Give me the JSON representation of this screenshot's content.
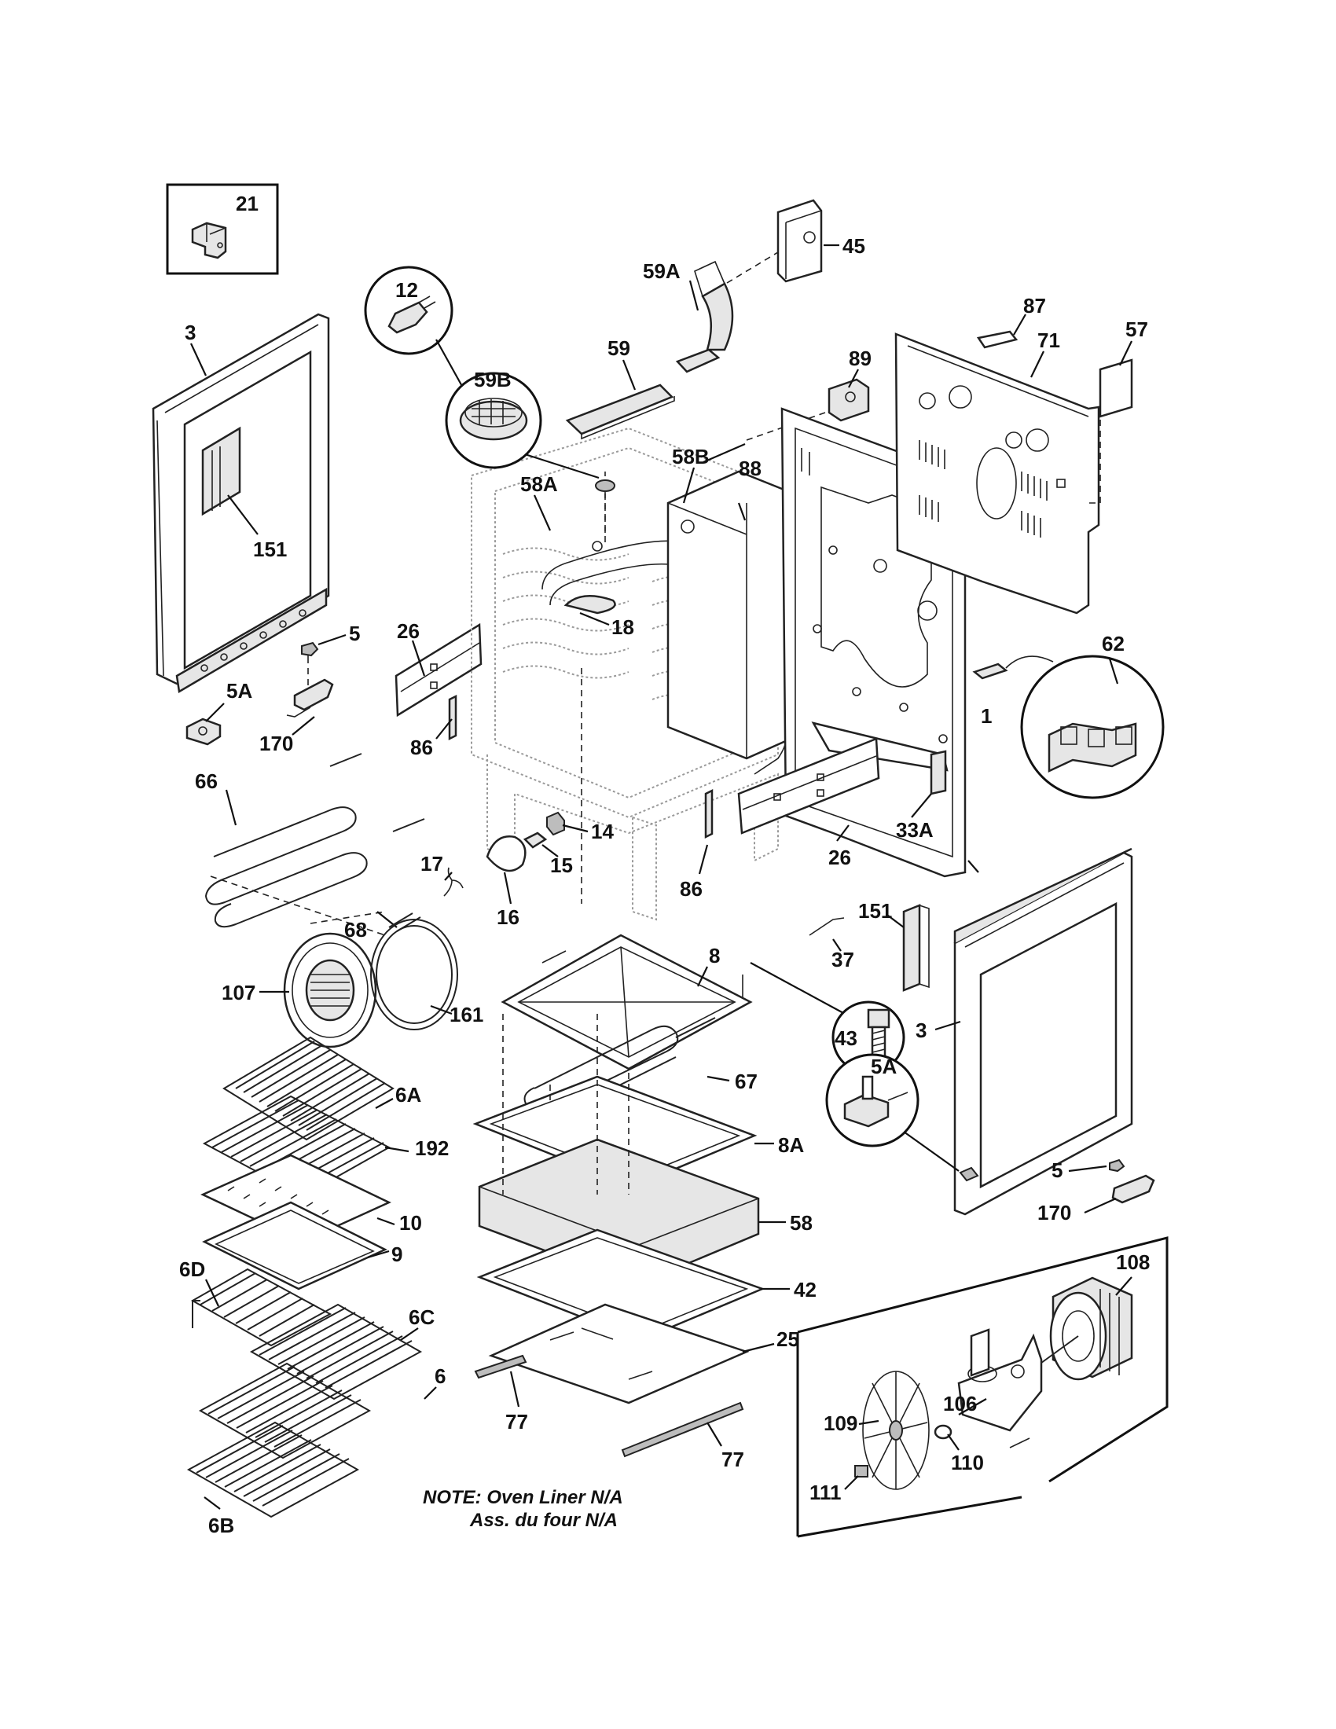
{
  "callouts": {
    "c21": "21",
    "c3_left": "3",
    "c151_left": "151",
    "c5_left": "5",
    "c5a_left": "5A",
    "c170_left": "170",
    "c66": "66",
    "c68": "68",
    "c26_left": "26",
    "c86_left": "86",
    "c12": "12",
    "c58a": "58A",
    "c18": "18",
    "c59b": "59B",
    "c59": "59",
    "c59a": "59A",
    "c45": "45",
    "c58b": "58B",
    "c88": "88",
    "c89": "89",
    "c87": "87",
    "c71": "71",
    "c57": "57",
    "c62": "62",
    "c1": "1",
    "c33a": "33A",
    "c26_right": "26",
    "c86_right": "86",
    "c14": "14",
    "c15": "15",
    "c16": "16",
    "c17": "17",
    "c107": "107",
    "c161": "161",
    "c6a": "6A",
    "c192": "192",
    "c10": "10",
    "c9": "9",
    "c6d": "6D",
    "c6c": "6C",
    "c6": "6",
    "c6b": "6B",
    "c8": "8",
    "c67": "67",
    "c8a": "8A",
    "c58": "58",
    "c42": "42",
    "c25": "25",
    "c77_left": "77",
    "c77_right": "77",
    "c43": "43",
    "c37": "37",
    "c151_right": "151",
    "c3_right": "3",
    "c5a_right": "5A",
    "c5_right": "5",
    "c170_right": "170",
    "c108": "108",
    "c106": "106",
    "c109": "109",
    "c110": "110",
    "c111": "111"
  },
  "note": {
    "line1": "NOTE: Oven Liner N/A",
    "line2": "Ass. du four N/A"
  }
}
